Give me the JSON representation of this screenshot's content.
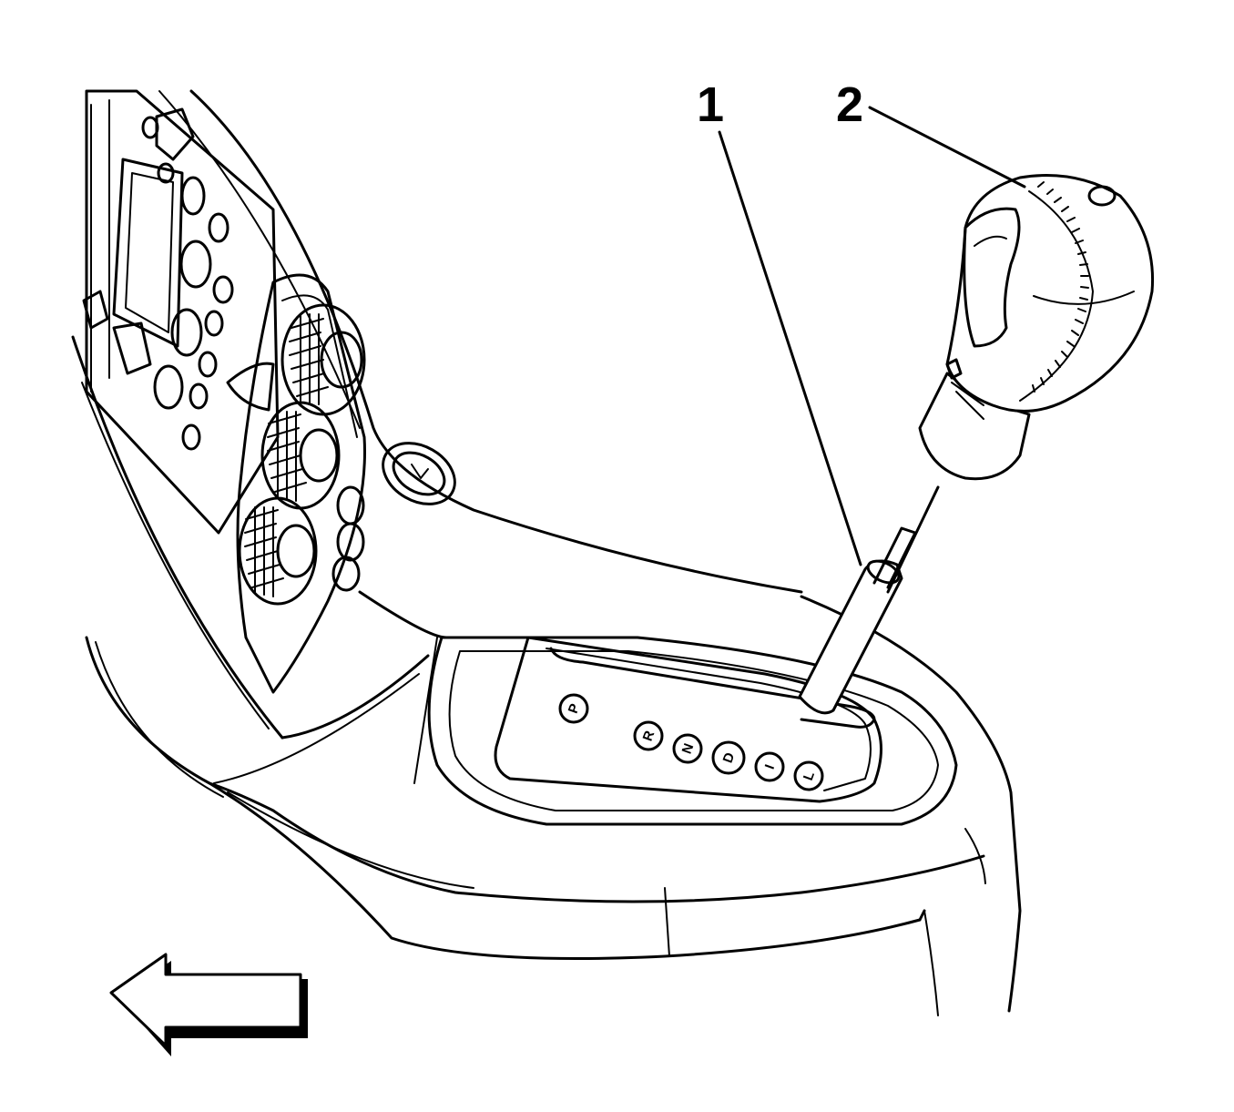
{
  "callouts": [
    {
      "id": "1",
      "label": "1"
    },
    {
      "id": "2",
      "label": "2"
    }
  ],
  "gear_positions": [
    "P",
    "R",
    "N",
    "D",
    "I",
    "L"
  ],
  "icons": {
    "direction_arrow": "left-arrow-icon"
  },
  "colors": {
    "ink": "#000000",
    "background": "#ffffff"
  }
}
